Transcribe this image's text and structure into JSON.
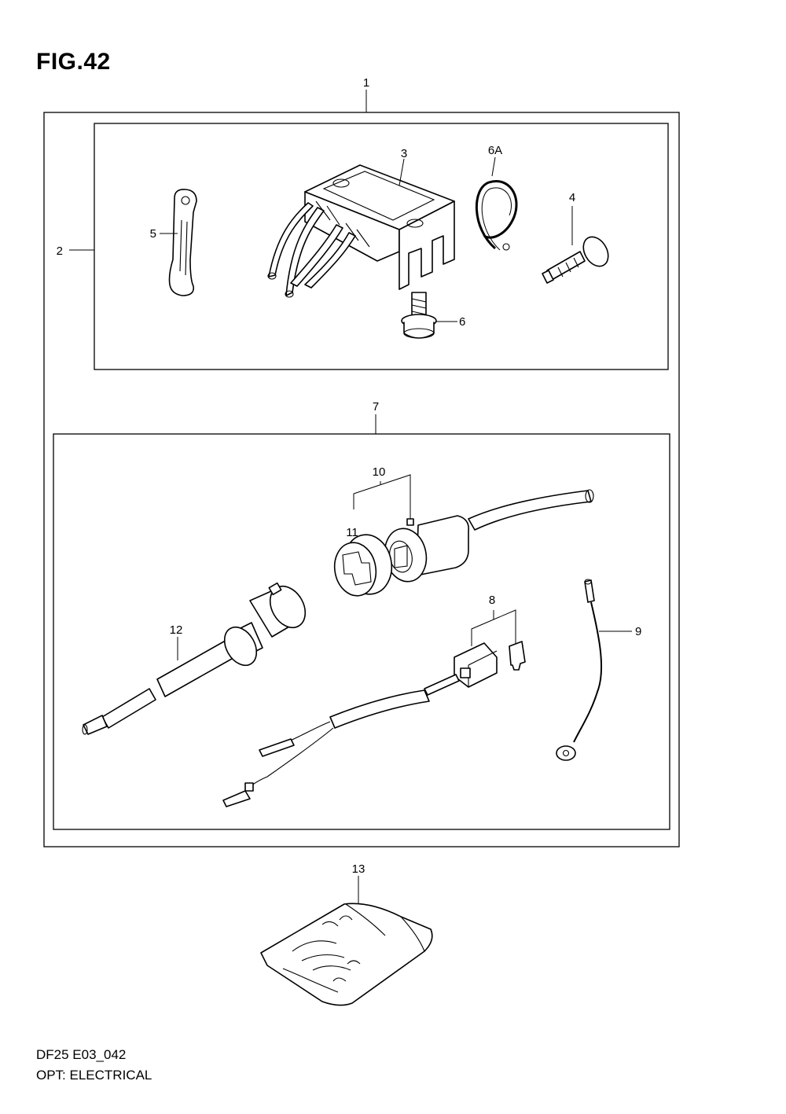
{
  "header": {
    "figure": "FIG.42"
  },
  "footer": {
    "code": "DF25 E03_042",
    "description": "OPT: ELECTRICAL"
  },
  "callouts": {
    "c1": "1",
    "c2": "2",
    "c3": "3",
    "c4": "4",
    "c5": "5",
    "c6": "6",
    "c6a": "6A",
    "c7": "7",
    "c8": "8",
    "c9": "9",
    "c10": "10",
    "c11": "11",
    "c12": "12",
    "c13": "13"
  }
}
